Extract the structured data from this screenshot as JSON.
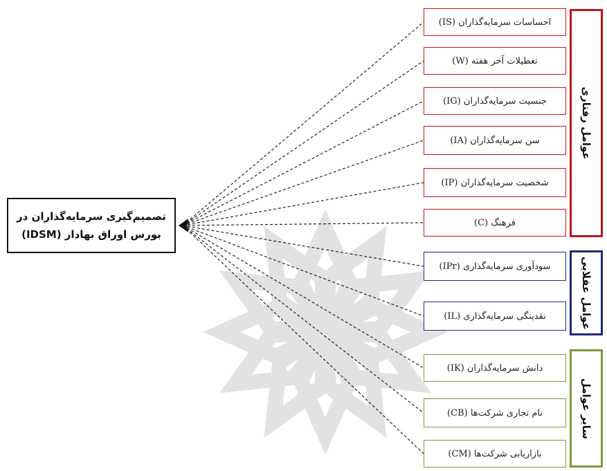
{
  "main_node": {
    "line1": "تصمیم‌گیری سرمایه‌گذاران در",
    "line2": "بورس اوراق بهادار (IDSM)"
  },
  "categories": {
    "behavioral": {
      "label": "عوامل رفتاری",
      "color": "#c0141c"
    },
    "rational": {
      "label": "عوامل عقلایی",
      "color": "#1e2a78"
    },
    "other": {
      "label": "سایر عوامل",
      "color": "#7a9a3c"
    }
  },
  "factors": [
    {
      "label": "احساسات سرمایه‌گذاران (IS)",
      "category": "behavioral"
    },
    {
      "label": "تعطیلات آخر هفته (W)",
      "category": "behavioral"
    },
    {
      "label": "جنسیت سرمایه‌گذاران (IG)",
      "category": "behavioral"
    },
    {
      "label": "سن سرمایه‌گذاران (IA)",
      "category": "behavioral"
    },
    {
      "label": "شخصیت سرمایه‌گذاران (IP)",
      "category": "behavioral"
    },
    {
      "label": "فرهنگ (C)",
      "category": "behavioral"
    },
    {
      "label": "سودآوری سرمایه‌گذاری (IPr)",
      "category": "rational"
    },
    {
      "label": "نقدینگی سرمایه‌گذاری (IL)",
      "category": "rational"
    },
    {
      "label": "دانش سرمایه‌گذاران (IK)",
      "category": "other"
    },
    {
      "label": "نام تجاری شرکت‌ها (CB)",
      "category": "other"
    },
    {
      "label": "بازاریابی شرکت‌ها (CM)",
      "category": "other"
    }
  ]
}
